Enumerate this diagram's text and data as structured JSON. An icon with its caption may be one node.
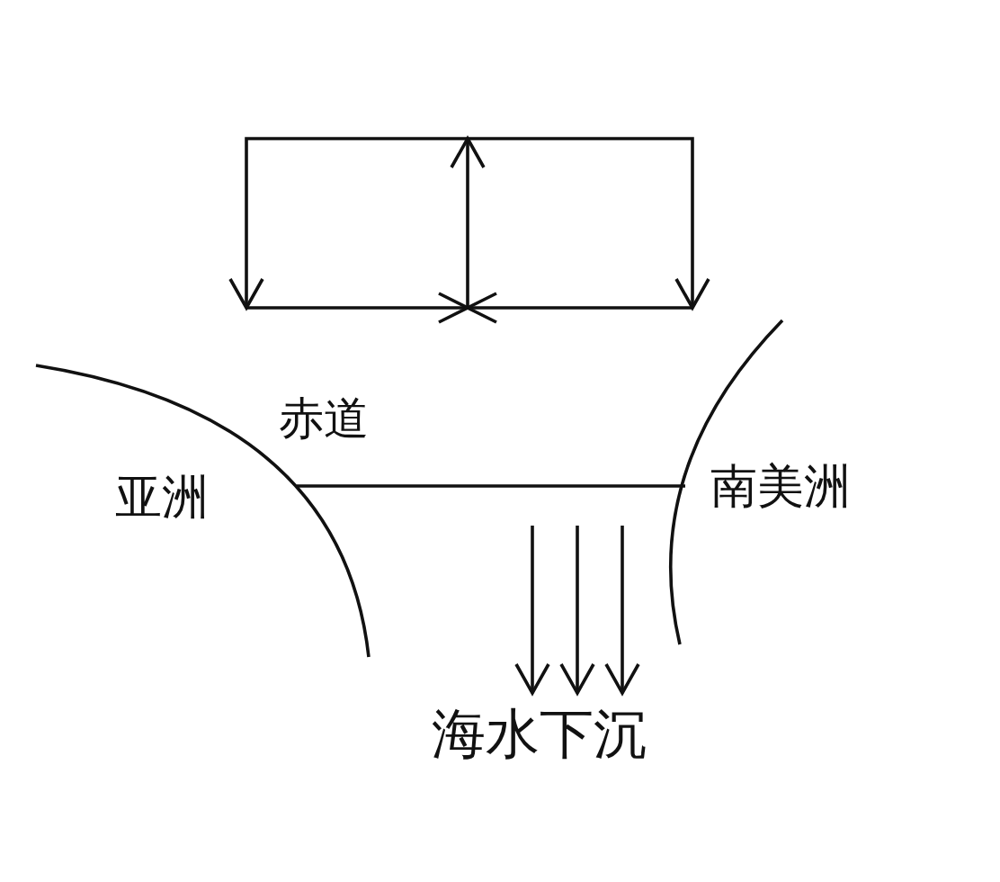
{
  "diagram": {
    "labels": [
      "赤道",
      "亚洲",
      "南美洲",
      "海水下沉"
    ]
  }
}
